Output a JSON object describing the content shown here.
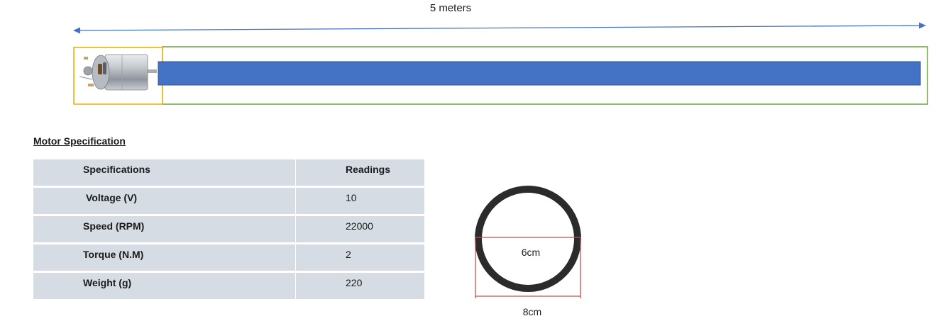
{
  "shaft": {
    "length_label": "5 meters"
  },
  "motor_spec": {
    "title": "Motor Specification",
    "columns": [
      "Specifications",
      "Readings"
    ],
    "rows": [
      {
        "spec": "Voltage (V)",
        "reading": "10"
      },
      {
        "spec": "Speed (RPM)",
        "reading": "22000"
      },
      {
        "spec": "Torque (N.M)",
        "reading": "2"
      },
      {
        "spec": "Weight (g)",
        "reading": "220"
      }
    ]
  },
  "cross_section": {
    "inner_label": "6cm",
    "outer_label": "8cm"
  },
  "colors": {
    "arrow": "#4472c4",
    "shaft_fill": "#4472c4",
    "motor_box": "#f0b400",
    "shaft_box": "#70ad47",
    "ring": "#2b2b2b",
    "dimension": "#c0504d",
    "table_cell": "#d6dce4"
  },
  "icons": [
    "dc-motor-icon",
    "double-arrow-icon"
  ]
}
